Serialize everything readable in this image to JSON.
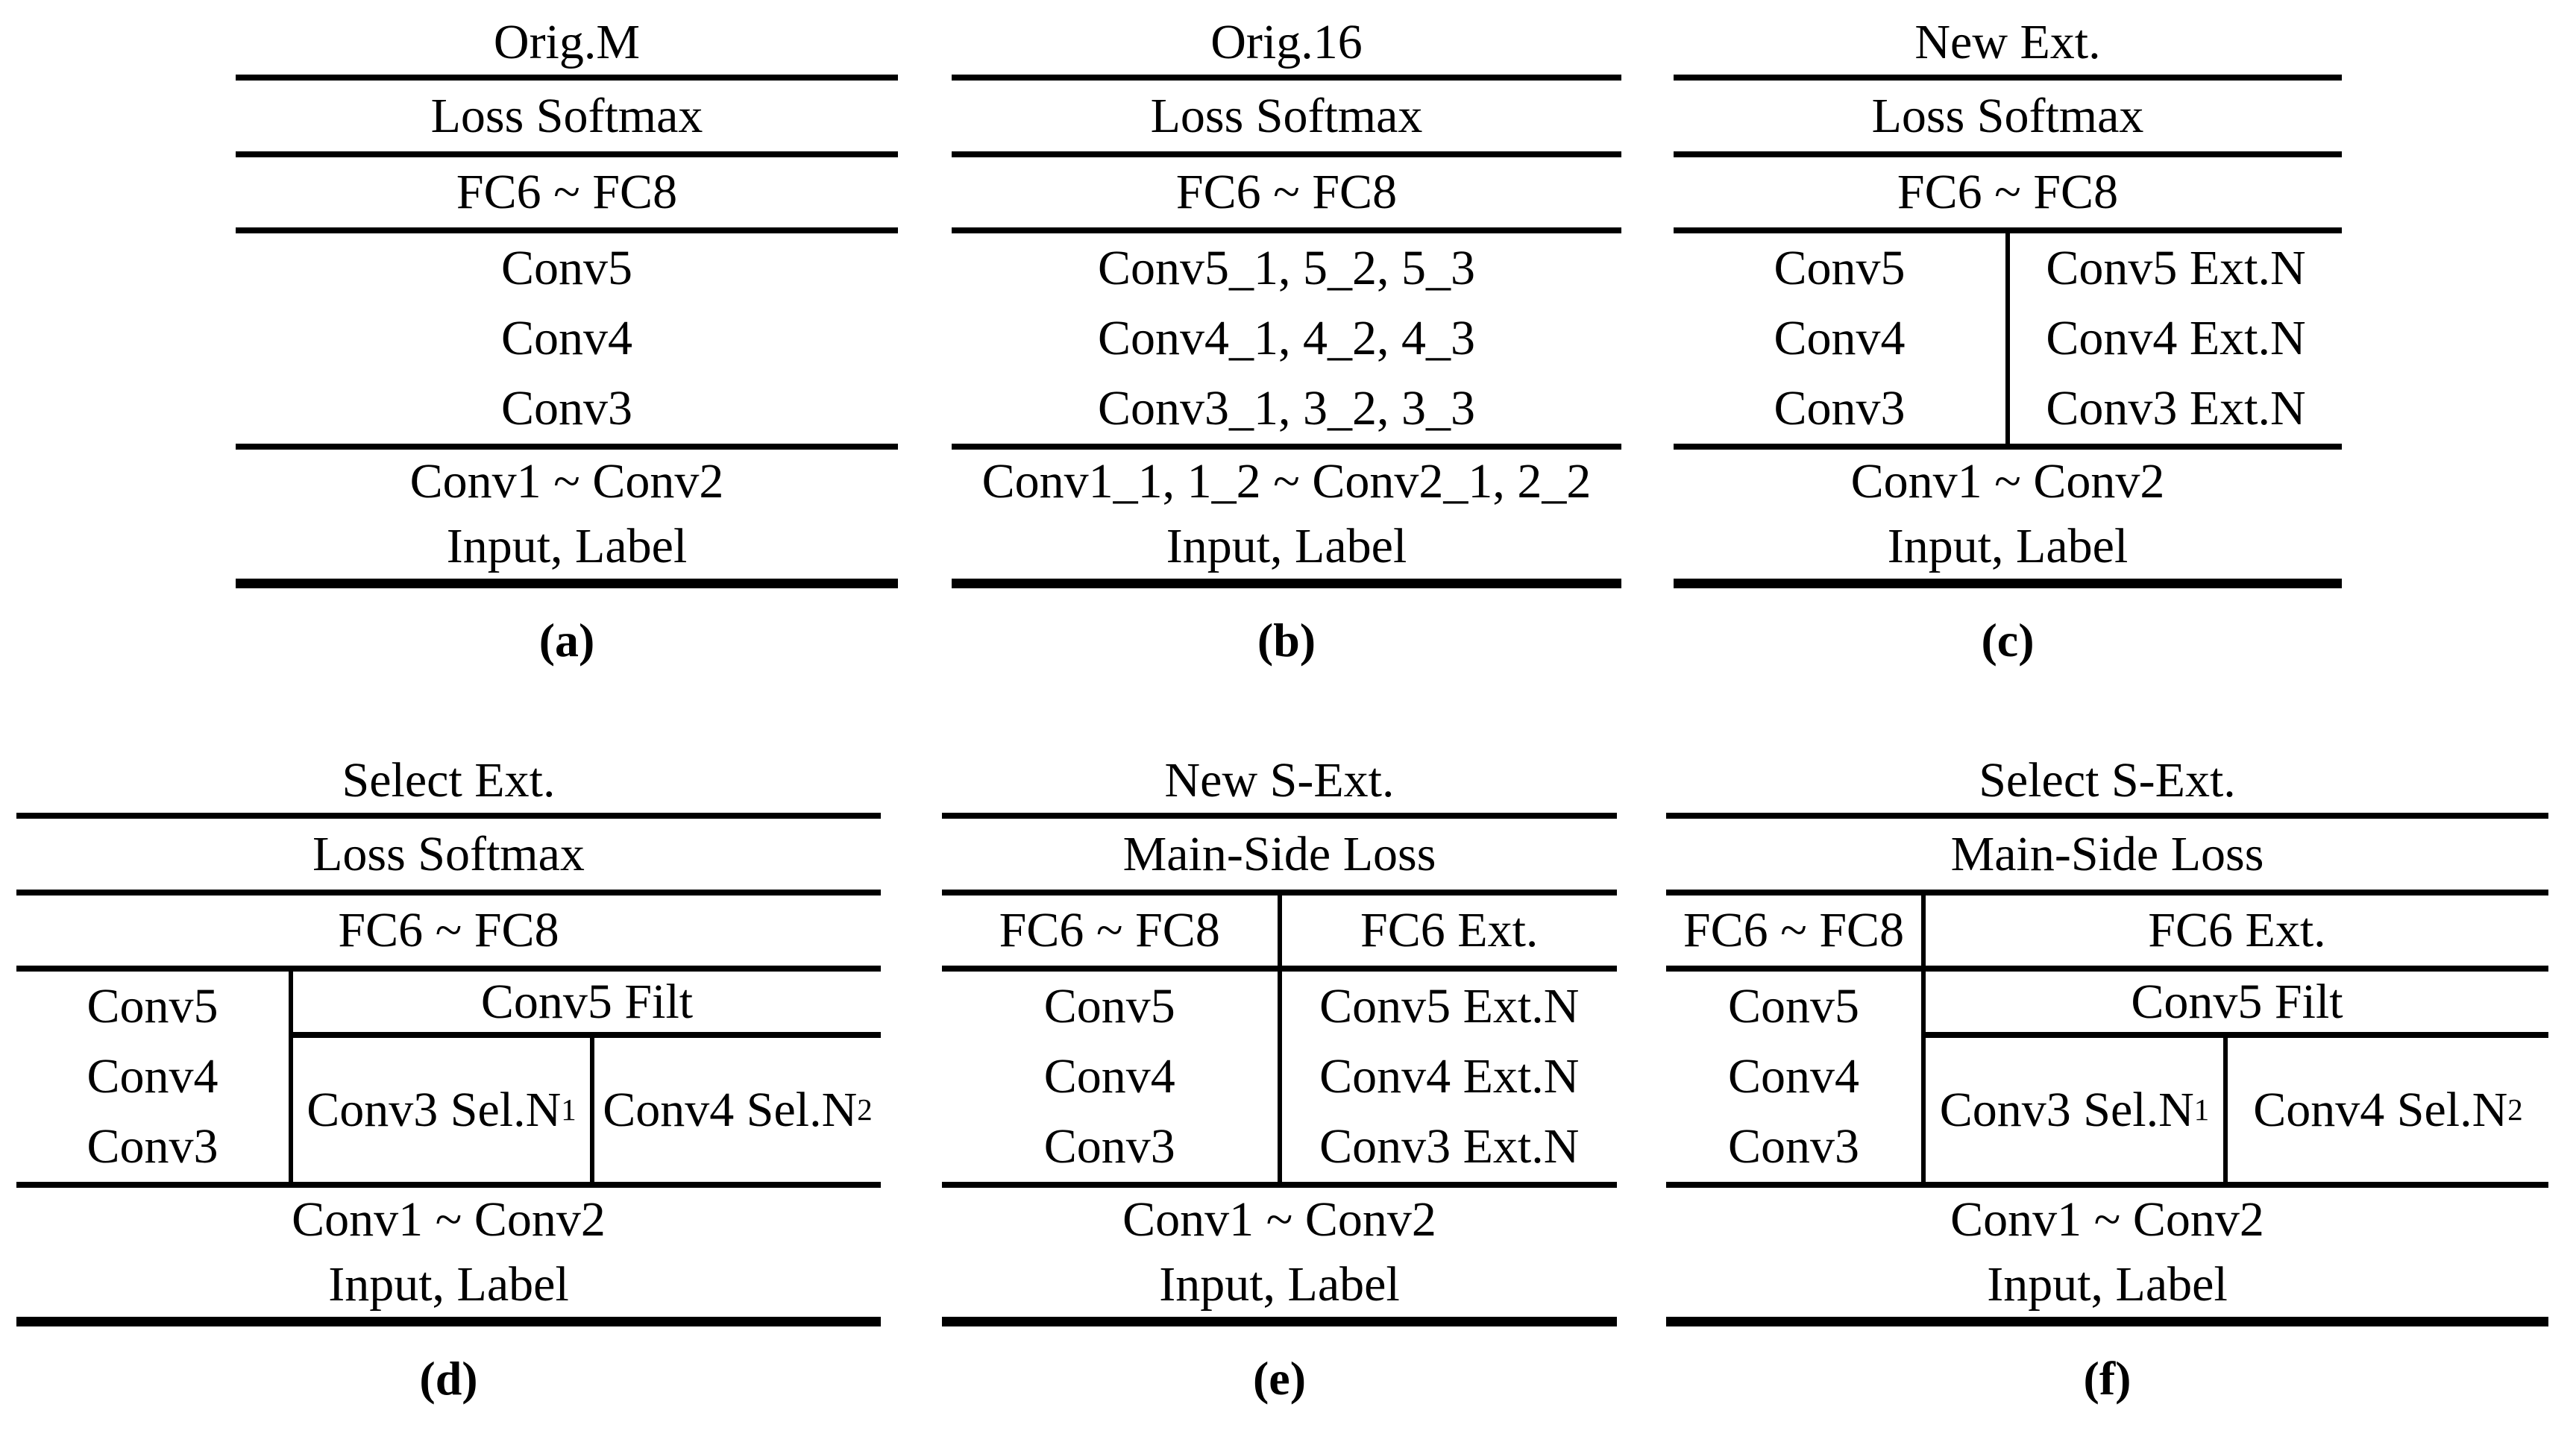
{
  "figure": {
    "background_color": "#ffffff",
    "line_color": "#000000",
    "text_color": "#000000"
  },
  "panels": [
    {
      "id": "a",
      "title": "Orig.M",
      "caption": "(a)",
      "loss": "Loss Softmax",
      "fc": "FC6 ~ FC8",
      "conv_rows": [
        "Conv5",
        "Conv4",
        "Conv3"
      ],
      "lower": "Conv1 ~ Conv2",
      "input": "Input, Label"
    },
    {
      "id": "b",
      "title": "Orig.16",
      "caption": "(b)",
      "loss": "Loss Softmax",
      "fc": "FC6 ~ FC8",
      "conv_rows": [
        "Conv5_1, 5_2, 5_3",
        "Conv4_1, 4_2, 4_3",
        "Conv3_1, 3_2, 3_3"
      ],
      "lower": "Conv1_1, 1_2 ~ Conv2_1, 2_2",
      "input": "Input, Label"
    },
    {
      "id": "c",
      "title": "New Ext.",
      "caption": "(c)",
      "loss": "Loss Softmax",
      "fc": "FC6 ~ FC8",
      "conv_left": [
        "Conv5",
        "Conv4",
        "Conv3"
      ],
      "conv_right": [
        "Conv5 Ext.N",
        "Conv4 Ext.N",
        "Conv3 Ext.N"
      ],
      "lower": "Conv1 ~ Conv2",
      "input": "Input, Label"
    },
    {
      "id": "d",
      "title": "Select Ext.",
      "caption": "(d)",
      "loss": "Loss Softmax",
      "fc": "FC6 ~ FC8",
      "conv_left": [
        "Conv5",
        "Conv4",
        "Conv3"
      ],
      "filt": "Conv5 Filt",
      "sel1": {
        "text": "Conv3 Sel.N",
        "sub": "1"
      },
      "sel2": {
        "text": "Conv4 Sel.N",
        "sub": "2"
      },
      "lower": "Conv1 ~ Conv2",
      "input": "Input, Label"
    },
    {
      "id": "e",
      "title": "New S-Ext.",
      "caption": "(e)",
      "loss": "Main-Side Loss",
      "fc_left": "FC6 ~ FC8",
      "fc_right": "FC6 Ext.",
      "conv_left": [
        "Conv5",
        "Conv4",
        "Conv3"
      ],
      "conv_right": [
        "Conv5 Ext.N",
        "Conv4 Ext.N",
        "Conv3 Ext.N"
      ],
      "lower": "Conv1 ~ Conv2",
      "input": "Input, Label"
    },
    {
      "id": "f",
      "title": "Select S-Ext.",
      "caption": "(f)",
      "loss": "Main-Side Loss",
      "fc_left": "FC6 ~ FC8",
      "fc_right": "FC6 Ext.",
      "conv_left": [
        "Conv5",
        "Conv4",
        "Conv3"
      ],
      "filt": "Conv5 Filt",
      "sel1": {
        "text": "Conv3 Sel.N",
        "sub": "1"
      },
      "sel2": {
        "text": "Conv4 Sel.N",
        "sub": "2"
      },
      "lower": "Conv1 ~ Conv2",
      "input": "Input, Label"
    }
  ]
}
